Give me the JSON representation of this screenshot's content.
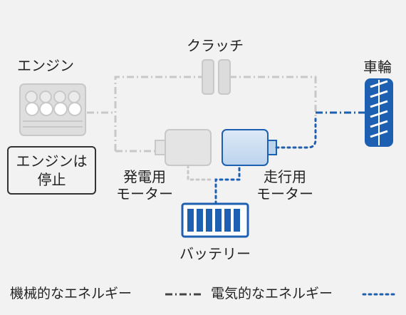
{
  "labels": {
    "engine": "エンジン",
    "clutch": "クラッチ",
    "wheel": "車輪",
    "engine_status_line1": "エンジンは",
    "engine_status_line2": "停止",
    "generator_motor_line1": "発電用",
    "generator_motor_line2": "モーター",
    "drive_motor_line1": "走行用",
    "drive_motor_line2": "モーター",
    "battery": "バッテリー"
  },
  "legend": {
    "mechanical_energy": "機械的なエネルギー",
    "electrical_energy": "電気的なエネルギー"
  },
  "colors": {
    "active_blue": "#1d5fb0",
    "inactive_gray": "#c8c8c8",
    "text": "#222222",
    "background": "#f2f2f2"
  }
}
